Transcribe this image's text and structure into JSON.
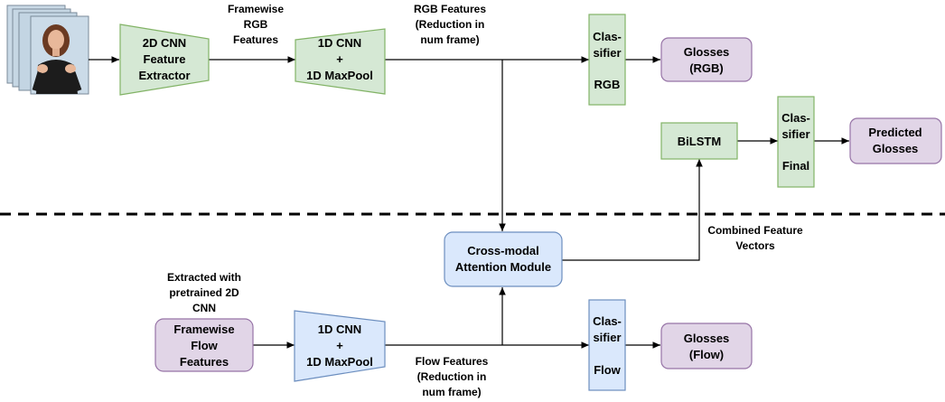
{
  "colors": {
    "green_fill": "#d5e8d4",
    "green_stroke": "#82b366",
    "blue_fill": "#dae8fc",
    "blue_stroke": "#6c8ebf",
    "purple_fill": "#e1d5e7",
    "purple_stroke": "#9673a6",
    "edge": "#000000"
  },
  "input_image": {
    "icon": "sign-language-video-frames",
    "description_free": true
  },
  "nodes": {
    "cnn2d": [
      "2D CNN",
      "Feature",
      "Extractor"
    ],
    "cnn1d_rgb": [
      "1D CNN",
      "+",
      "1D MaxPool"
    ],
    "classifier_rgb": [
      "Clas-",
      "sifier",
      "",
      "RGB"
    ],
    "glosses_rgb": [
      "Glosses",
      "(RGB)"
    ],
    "bilstm": [
      "BiLSTM"
    ],
    "classifier_final": [
      "Clas-",
      "sifier",
      "",
      "Final"
    ],
    "predicted": [
      "Predicted",
      "Glosses"
    ],
    "cross_modal": [
      "Cross-modal",
      "Attention Module"
    ],
    "flow_features": [
      "Framewise",
      "Flow",
      "Features"
    ],
    "cnn1d_flow": [
      "1D CNN",
      "+",
      "1D MaxPool"
    ],
    "classifier_flow": [
      "Clas-",
      "sifier",
      "",
      "Flow"
    ],
    "glosses_flow": [
      "Glosses",
      "(Flow)"
    ]
  },
  "edge_labels": {
    "framewise_rgb": [
      "Framewise",
      "RGB",
      "Features"
    ],
    "rgb_features": [
      "RGB Features",
      "(Reduction in",
      "num frame)"
    ],
    "flow_features": [
      "Flow Features",
      "(Reduction in",
      "num frame)"
    ],
    "combined": [
      "Combined Feature",
      "Vectors"
    ],
    "extracted": [
      "Extracted with",
      "pretrained 2D",
      "CNN"
    ]
  }
}
